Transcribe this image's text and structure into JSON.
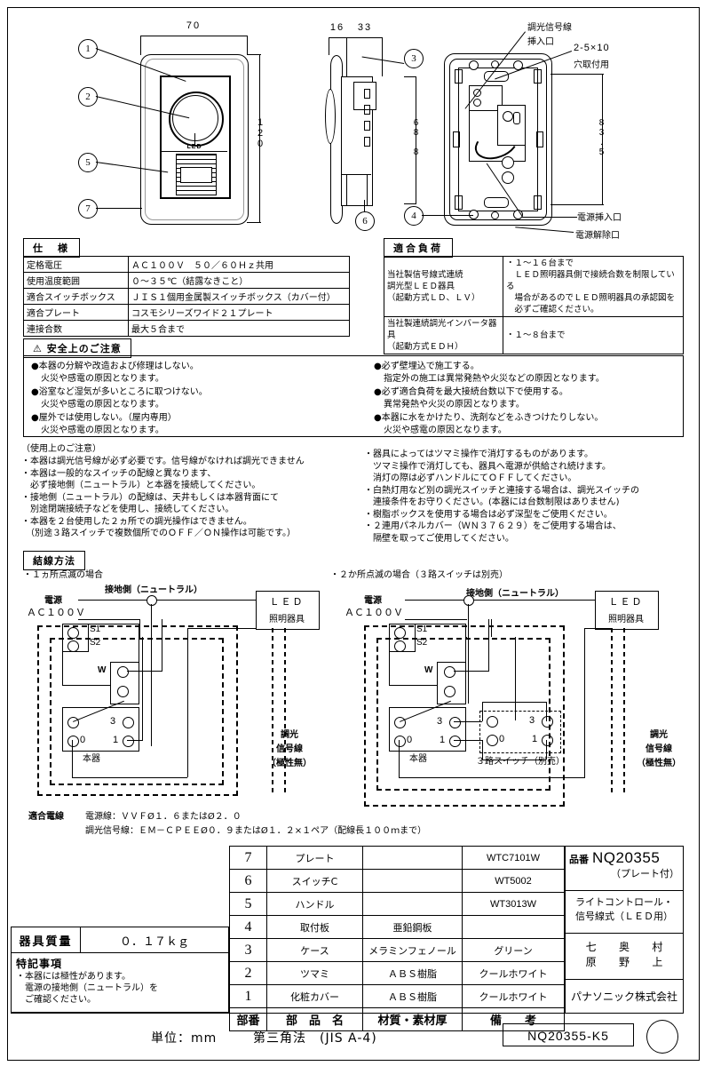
{
  "drawing": {
    "unit_note": "単位：mm",
    "projection": "第三角法　(JIS A-4)",
    "drawing_no": "NQ20355-K5",
    "dimensions": {
      "front_width": "70",
      "front_height": "120",
      "side_a": "16",
      "side_b": "33",
      "side_height": "68.8",
      "rear_height": "83.5"
    },
    "balloons": [
      "1",
      "2",
      "5",
      "7",
      "3",
      "6",
      "4"
    ],
    "callouts": {
      "signal_inlet": "調光信号線",
      "signal_inlet2": "挿入口",
      "hole_spec": "2-5×10",
      "hole_spec2": "穴取付用",
      "power_inlet": "電源挿入口",
      "power_release": "電源解除口",
      "led_mark": "LED"
    }
  },
  "spec": {
    "title": "仕　様",
    "rows": [
      {
        "label": "定格電圧",
        "value": "ＡＣ１００Ｖ　５０／６０Ｈｚ共用"
      },
      {
        "label": "使用温度範囲",
        "value": "０～３５℃（結露なきこと）"
      },
      {
        "label": "適合スイッチボックス",
        "value": "ＪＩＳ１個用金属製スイッチボックス（カバー付）"
      },
      {
        "label": "適合プレート",
        "value": "コスモシリーズワイド２１プレート"
      },
      {
        "label": "連接合数",
        "value": "最大５合まで"
      }
    ]
  },
  "load": {
    "title": "適合負荷",
    "rows": [
      {
        "label": [
          "当社製信号線式連続",
          "調光型ＬＥＤ器具",
          "（起動方式ＬＤ、ＬＶ）"
        ],
        "value": [
          "・１～１６台まで",
          "　ＬＥＤ照明器具側で接続合数を制限している",
          "　場合があるのでＬＥＤ照明器具の承認図を",
          "　必ずご確認ください。"
        ]
      },
      {
        "label": [
          "当社製連続調光インバータ器具",
          "（起動方式ＥＤＨ）"
        ],
        "value": [
          "・１～８台まで"
        ]
      }
    ]
  },
  "safety": {
    "title": "安全上のご注意",
    "left": [
      {
        "head": "本器の分解や改造および修理はしない。",
        "sub": "火災や感電の原因となります。"
      },
      {
        "head": "浴室など湿気が多いところに取つけない。",
        "sub": "火災や感電の原因となります。"
      },
      {
        "head": "屋外では使用しない。（屋内専用）",
        "sub": "火災や感電の原因となります。"
      }
    ],
    "right": [
      {
        "head": "必ず壁埋込で施工する。",
        "sub": "指定外の施工は異常発熱や火災などの原因となります。"
      },
      {
        "head": "必ず適合負荷を最大接続台数以下で使用する。",
        "sub": "異常発熱や火災の原因となります。"
      },
      {
        "head": "本器に水をかけたり、洗剤などをふきつけたりしない。",
        "sub": "火災や感電の原因となります。"
      }
    ]
  },
  "usage": {
    "title": "（使用上のご注意）",
    "left": [
      [
        "・本器は調光信号線が必ず必要です。信号線がなければ調光できません"
      ],
      [
        "・本器は一般的なスイッチの配線と異なります、",
        "　必ず接地側（ニュートラル）と本器を接続してください。"
      ],
      [
        "・接地側（ニュートラル）の配線は、天井もしくは本器背面にて",
        "　別途閉端接続子などを使用し、接続してください。"
      ],
      [
        "・本器を２台使用した２ヵ所での調光操作はできません。",
        "　（別途３路スイッチで複数個所でのＯＦＦ／ＯＮ操作は可能です。）"
      ]
    ],
    "right": [
      [
        "・器具によってはツマミ操作で消灯するものがあります。",
        "　ツマミ操作で消灯しても、器具へ電源が供給され続けます。",
        "　消灯の際は必ずハンドルにてＯＦＦしてください。"
      ],
      [
        "・白熱灯用など別の調光スイッチと連接する場合は、調光スイッチの",
        "　連接条件をお守りください。(本器には台数制限はありません)"
      ],
      [
        "・樹脂ボックスを使用する場合は必ず深型をご使用ください。"
      ],
      [
        "・２連用パネルカバー（ＷＮ３７６２９）をご使用する場合は、",
        "　隔壁を取ってご使用してください。"
      ]
    ]
  },
  "wiring": {
    "title": "結線方法",
    "left_case": "・１ヵ所点滅の場合",
    "right_case": "・２か所点滅の場合（３路スイッチは別売）",
    "labels": {
      "power": "電源",
      "voltage": "ＡＣ１００Ｖ",
      "neutral": "接地側（ニュートラル）",
      "led1": "ＬＥＤ",
      "led2": "照明器具",
      "s1": "S1",
      "s2": "S2",
      "w": "W",
      "t3": "3",
      "t0": "0",
      "t1": "1",
      "device": "本器",
      "threeway": "３路スイッチ（別売）",
      "signal1": "調光",
      "signal2": "信号線",
      "signal3": "（極性無）"
    },
    "cable_label": "適合電線",
    "cable_lines": [
      "電源線：ＶＶＦØ１．６またはØ２．０",
      "調光信号線：ＥＭ－ＣＰＥＥØ０．９またはØ１．２×１ペア（配線長１００ｍまで）"
    ]
  },
  "mass": {
    "label": "器具質量",
    "value": "０．１７ｋｇ"
  },
  "remarks": {
    "title": "特記事項",
    "lines": [
      "・本器には極性があります。",
      "　電源の接地側（ニュートラル）を",
      "　ご確認ください。"
    ]
  },
  "parts": {
    "headers": {
      "no": "部番",
      "name": "部　品　名",
      "material": "材質・素材厚",
      "remark": "備　　考"
    },
    "rows": [
      {
        "no": "7",
        "name": "プレート",
        "material": "",
        "remark": "WTC7101W"
      },
      {
        "no": "6",
        "name": "スイッチC",
        "material": "",
        "remark": "WT5002"
      },
      {
        "no": "5",
        "name": "ハンドル",
        "material": "",
        "remark": "WT3013W"
      },
      {
        "no": "4",
        "name": "取付板",
        "material": "亜鉛鋼板",
        "remark": ""
      },
      {
        "no": "3",
        "name": "ケース",
        "material": "メラミンフェノール",
        "remark": "グリーン"
      },
      {
        "no": "2",
        "name": "ツマミ",
        "material": "ＡＢＳ樹脂",
        "remark": "クールホワイト"
      },
      {
        "no": "1",
        "name": "化粧カバー",
        "material": "ＡＢＳ樹脂",
        "remark": "クールホワイト"
      }
    ]
  },
  "titleblock": {
    "model_label": "品番",
    "model_no": "NQ20355",
    "model_sub": "（プレート付）",
    "product_name1": "ライトコントロール・",
    "product_name2": "信号線式（ＬＥＤ用）",
    "approvers_top": [
      "七",
      "奥",
      "村"
    ],
    "approvers_bottom": [
      "原",
      "野",
      "上"
    ],
    "company": "パナソニック株式会社"
  }
}
